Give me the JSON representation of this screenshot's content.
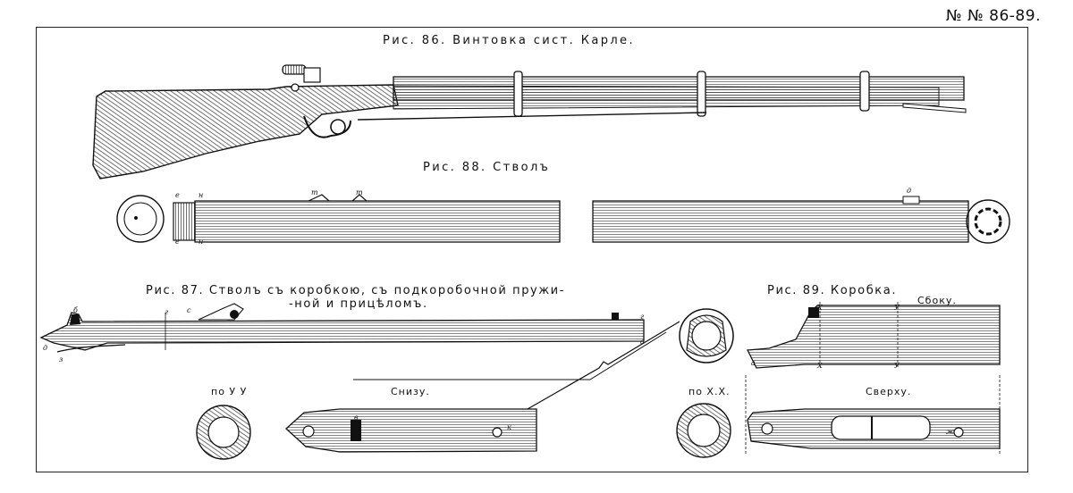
{
  "plate": {
    "number": "№ № 86-89."
  },
  "figures": {
    "fig86": {
      "caption": "Рис. 86.  Винтовка  сист.  Карле."
    },
    "fig88": {
      "caption": "Рис. 88.  Стволъ"
    },
    "fig87": {
      "caption_line1": "Рис. 87. Стволъ съ коробкою, съ подкоробочной пружи-",
      "caption_line2": "-ной и прицѣломъ."
    },
    "fig89": {
      "caption": "Рис. 89.  Коробка.",
      "side_label": "Сбоку.",
      "top_label": "Сверху."
    }
  },
  "labels": {
    "section_yy": "по У У",
    "section_xx": "по Х.Х.",
    "bottom_view": "Снизу."
  },
  "letters": {
    "e": "е",
    "n": "н",
    "m": "т",
    "g": "г",
    "a": "а",
    "b": "б",
    "v": "в",
    "d": "д",
    "c": "с",
    "zh": "ж",
    "k": "к",
    "x": "Х",
    "y": "У",
    "z": "з"
  }
}
